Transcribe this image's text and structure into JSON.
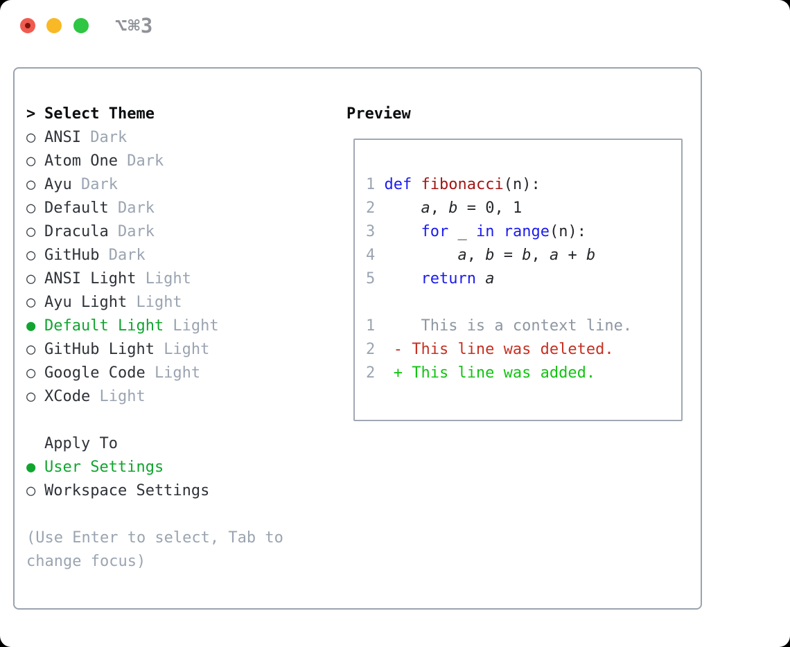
{
  "window": {
    "shortcut": "⌥⌘3"
  },
  "colors": {
    "accent_green": "#11a52f",
    "added_green": "#12c312",
    "deleted_red": "#c53022",
    "keyword_blue": "#1b1bef",
    "function_red": "#a31515",
    "muted_gray": "#9aa4b1",
    "border_gray": "#99a3ad",
    "traffic_red": "#f05b4f",
    "traffic_yellow": "#f9b825",
    "traffic_green": "#2ec643"
  },
  "theme_panel": {
    "marker": ">",
    "title": "Select Theme",
    "items": [
      {
        "marker": "○",
        "name": "ANSI",
        "variant": "Dark",
        "selected": false
      },
      {
        "marker": "○",
        "name": "Atom One",
        "variant": "Dark",
        "selected": false
      },
      {
        "marker": "○",
        "name": "Ayu",
        "variant": "Dark",
        "selected": false
      },
      {
        "marker": "○",
        "name": "Default",
        "variant": "Dark",
        "selected": false
      },
      {
        "marker": "○",
        "name": "Dracula",
        "variant": "Dark",
        "selected": false
      },
      {
        "marker": "○",
        "name": "GitHub",
        "variant": "Dark",
        "selected": false
      },
      {
        "marker": "○",
        "name": "ANSI Light",
        "variant": "Light",
        "selected": false
      },
      {
        "marker": "○",
        "name": "Ayu Light",
        "variant": "Light",
        "selected": false
      },
      {
        "marker": "●",
        "name": "Default Light",
        "variant": "Light",
        "selected": true
      },
      {
        "marker": "○",
        "name": "GitHub Light",
        "variant": "Light",
        "selected": false
      },
      {
        "marker": "○",
        "name": "Google Code",
        "variant": "Light",
        "selected": false
      },
      {
        "marker": "○",
        "name": "XCode",
        "variant": "Light",
        "selected": false
      }
    ]
  },
  "apply_panel": {
    "title": "Apply To",
    "items": [
      {
        "marker": "●",
        "name": "User Settings",
        "selected": true
      },
      {
        "marker": "○",
        "name": "Workspace Settings",
        "selected": false
      }
    ]
  },
  "help_text": "(Use Enter to select, Tab to change focus)",
  "preview": {
    "title": "Preview",
    "code": [
      {
        "num": "1",
        "tokens": [
          {
            "c": "kw",
            "t": "def"
          },
          {
            "c": "plain",
            "t": " "
          },
          {
            "c": "fn",
            "t": "fibonacci"
          },
          {
            "c": "plain",
            "t": "(n):"
          }
        ]
      },
      {
        "num": "2",
        "tokens": [
          {
            "c": "plain",
            "t": "    "
          },
          {
            "c": "var",
            "t": "a"
          },
          {
            "c": "plain",
            "t": ", "
          },
          {
            "c": "var",
            "t": "b"
          },
          {
            "c": "plain",
            "t": " = 0, 1"
          }
        ]
      },
      {
        "num": "3",
        "tokens": [
          {
            "c": "plain",
            "t": "    "
          },
          {
            "c": "kw",
            "t": "for"
          },
          {
            "c": "plain",
            "t": " _ "
          },
          {
            "c": "kw",
            "t": "in"
          },
          {
            "c": "plain",
            "t": " "
          },
          {
            "c": "kw",
            "t": "range"
          },
          {
            "c": "plain",
            "t": "(n):"
          }
        ]
      },
      {
        "num": "4",
        "tokens": [
          {
            "c": "plain",
            "t": "        "
          },
          {
            "c": "var",
            "t": "a"
          },
          {
            "c": "plain",
            "t": ", "
          },
          {
            "c": "var",
            "t": "b"
          },
          {
            "c": "plain",
            "t": " = "
          },
          {
            "c": "var",
            "t": "b"
          },
          {
            "c": "plain",
            "t": ", "
          },
          {
            "c": "var",
            "t": "a"
          },
          {
            "c": "plain",
            "t": " + "
          },
          {
            "c": "var",
            "t": "b"
          }
        ]
      },
      {
        "num": "5",
        "tokens": [
          {
            "c": "plain",
            "t": "    "
          },
          {
            "c": "kw",
            "t": "return"
          },
          {
            "c": "plain",
            "t": " "
          },
          {
            "c": "var",
            "t": "a"
          }
        ]
      }
    ],
    "diff": [
      {
        "num": "1",
        "kind": "context",
        "text": "    This is a context line."
      },
      {
        "num": "2",
        "kind": "deleted",
        "text": " - This line was deleted."
      },
      {
        "num": "2",
        "kind": "added",
        "text": " + This line was added."
      }
    ]
  }
}
